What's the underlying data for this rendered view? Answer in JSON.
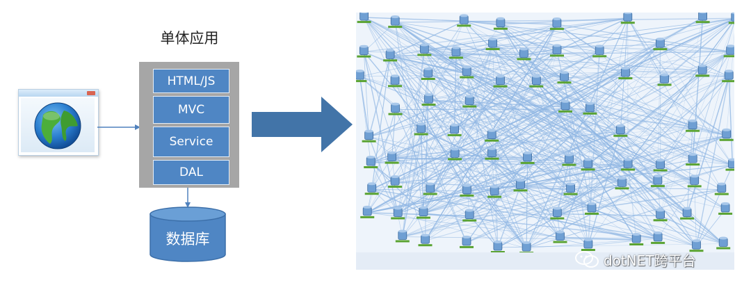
{
  "monolith": {
    "title": "单体应用",
    "layers": {
      "html_js": "HTML/JS",
      "mvc": "MVC",
      "service": "Service",
      "dal": "DAL"
    }
  },
  "database": {
    "label": "数据库"
  },
  "watermark": {
    "text": "dotNET跨平台"
  },
  "colors": {
    "layer_blue": "#4f86c4",
    "container_gray": "#a6a6a6",
    "arrow_blue": "#4274a8",
    "connector_blue": "#4f81bd",
    "service_green": "#5aa332",
    "edge_blue": "#8fb6e3"
  },
  "icons": {
    "browser": "browser-globe-icon",
    "database": "database-cylinder-icon",
    "wechat": "wechat-icon"
  }
}
